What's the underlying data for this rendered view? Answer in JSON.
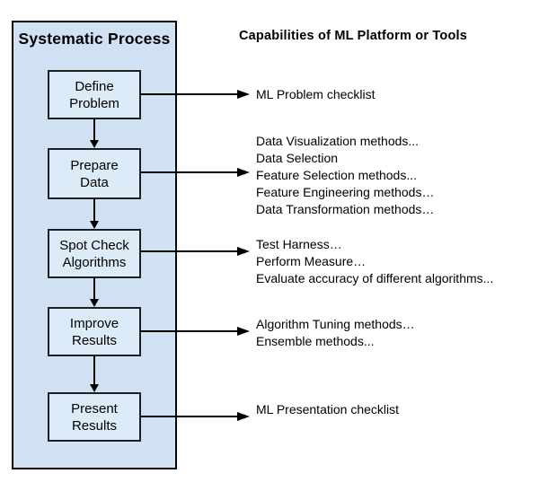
{
  "colors": {
    "panel_fill": "#cfe1f2",
    "box_fill": "#dcebf8",
    "panel_border": "#000000",
    "box_border": "#1f1f1f",
    "arrow": "#000000",
    "text": "#000000"
  },
  "panel": {
    "title": "Systematic Process",
    "steps": [
      {
        "label": "Define\nProblem"
      },
      {
        "label": "Prepare\nData"
      },
      {
        "label": "Spot Check\nAlgorithms"
      },
      {
        "label": "Improve\nResults"
      },
      {
        "label": "Present\nResults"
      }
    ]
  },
  "right": {
    "header": "Capabilities of ML Platform or Tools",
    "groups": [
      {
        "lines": [
          "ML Problem checklist"
        ]
      },
      {
        "lines": [
          "Data Visualization methods...",
          "Data Selection",
          "Feature Selection methods...",
          "Feature Engineering methods…",
          "Data Transformation methods…"
        ]
      },
      {
        "lines": [
          "Test Harness…",
          "Perform Measure…",
          "Evaluate accuracy of different algorithms..."
        ]
      },
      {
        "lines": [
          "Algorithm Tuning methods…",
          "Ensemble methods..."
        ]
      },
      {
        "lines": [
          "ML Presentation checklist"
        ]
      }
    ]
  }
}
